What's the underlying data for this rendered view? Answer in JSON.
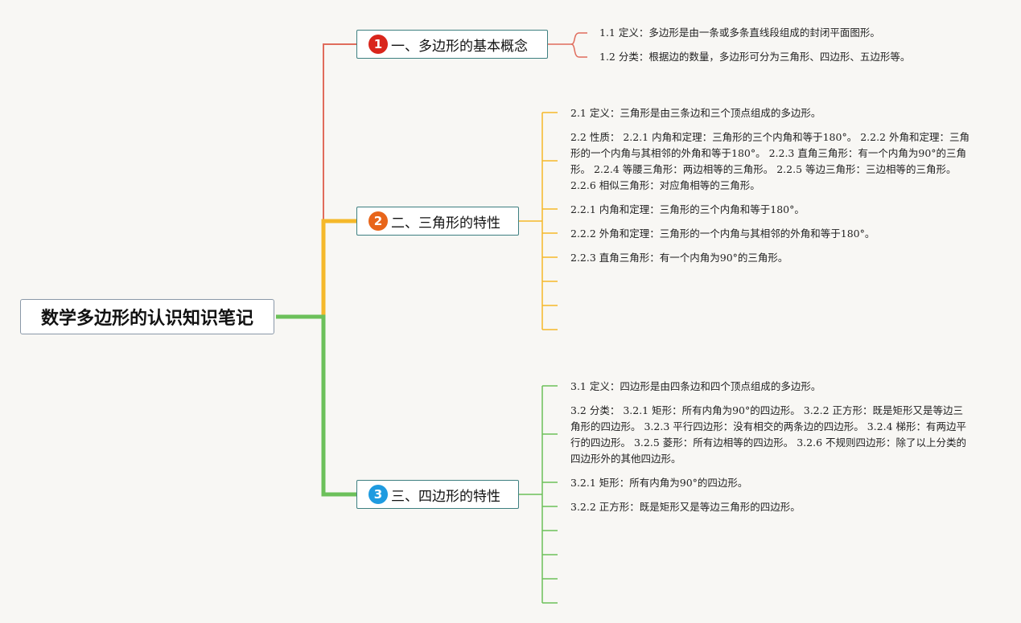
{
  "root": {
    "title": "数学多边形的认识知识笔记"
  },
  "branches": [
    {
      "badge": "1",
      "title": "一、多边形的基本概念",
      "color": "#e06c5c",
      "badge_color": "#d9261c",
      "notes": [
        "1.1 定义：多边形是由一条或多条直线段组成的封闭平面图形。",
        "1.2 分类：根据边的数量，多边形可分为三角形、四边形、五边形等。"
      ],
      "empty_slots": 0
    },
    {
      "badge": "2",
      "title": "二、三角形的特性",
      "color": "#f5b82a",
      "badge_color": "#e8651a",
      "notes": [
        "2.1 定义：三角形是由三条边和三个顶点组成的多边形。",
        "2.2 性质： 2.2.1 内角和定理：三角形的三个内角和等于180°。 2.2.2 外角和定理：三角形的一个内角与其相邻的外角和等于180°。 2.2.3 直角三角形：有一个内角为90°的三角形。 2.2.4 等腰三角形：两边相等的三角形。 2.2.5 等边三角形：三边相等的三角形。 2.2.6 相似三角形：对应角相等的三角形。",
        "2.2.1 内角和定理：三角形的三个内角和等于180°。",
        "2.2.2 外角和定理：三角形的一个内角与其相邻的外角和等于180°。",
        "2.2.3 直角三角形：有一个内角为90°的三角形。"
      ],
      "empty_slots": 3
    },
    {
      "badge": "3",
      "title": "三、四边形的特性",
      "color": "#6cc05a",
      "badge_color": "#1f9be0",
      "notes": [
        "3.1 定义：四边形是由四条边和四个顶点组成的多边形。",
        "3.2 分类： 3.2.1 矩形：所有内角为90°的四边形。 3.2.2 正方形：既是矩形又是等边三角形的四边形。 3.2.3 平行四边形：没有相交的两条边的四边形。 3.2.4 梯形：有两边平行的四边形。 3.2.5 菱形：所有边相等的四边形。 3.2.6 不规则四边形：除了以上分类的四边形外的其他四边形。",
        "3.2.1 矩形：所有内角为90°的四边形。",
        "3.2.2 正方形：既是矩形又是等边三角形的四边形。"
      ],
      "empty_slots": 4
    }
  ]
}
